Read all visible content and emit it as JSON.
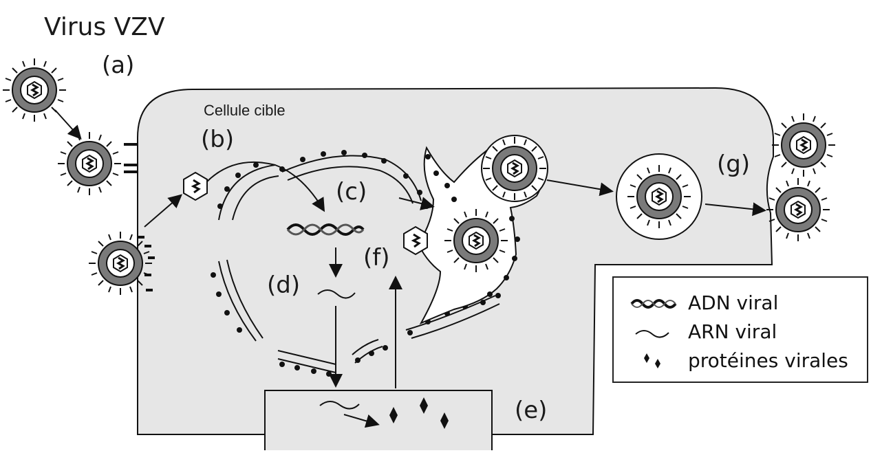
{
  "title": "Virus VZV",
  "cell_label": "Cellule cible",
  "step_labels": {
    "a": "(a)",
    "b": "(b)",
    "c": "(c)",
    "d": "(d)",
    "e": "(e)",
    "f": "(f)",
    "g": "(g)"
  },
  "legend": {
    "items": [
      {
        "icon": "dna-icon",
        "label": "ADN viral"
      },
      {
        "icon": "rna-icon",
        "label": "ARN viral"
      },
      {
        "icon": "protein-icon",
        "label": "protéines virales"
      }
    ]
  },
  "colors": {
    "cell_fill": "#e6e6e6",
    "capsid_ring": "#808080",
    "outline": "#111111",
    "background": "#ffffff"
  }
}
